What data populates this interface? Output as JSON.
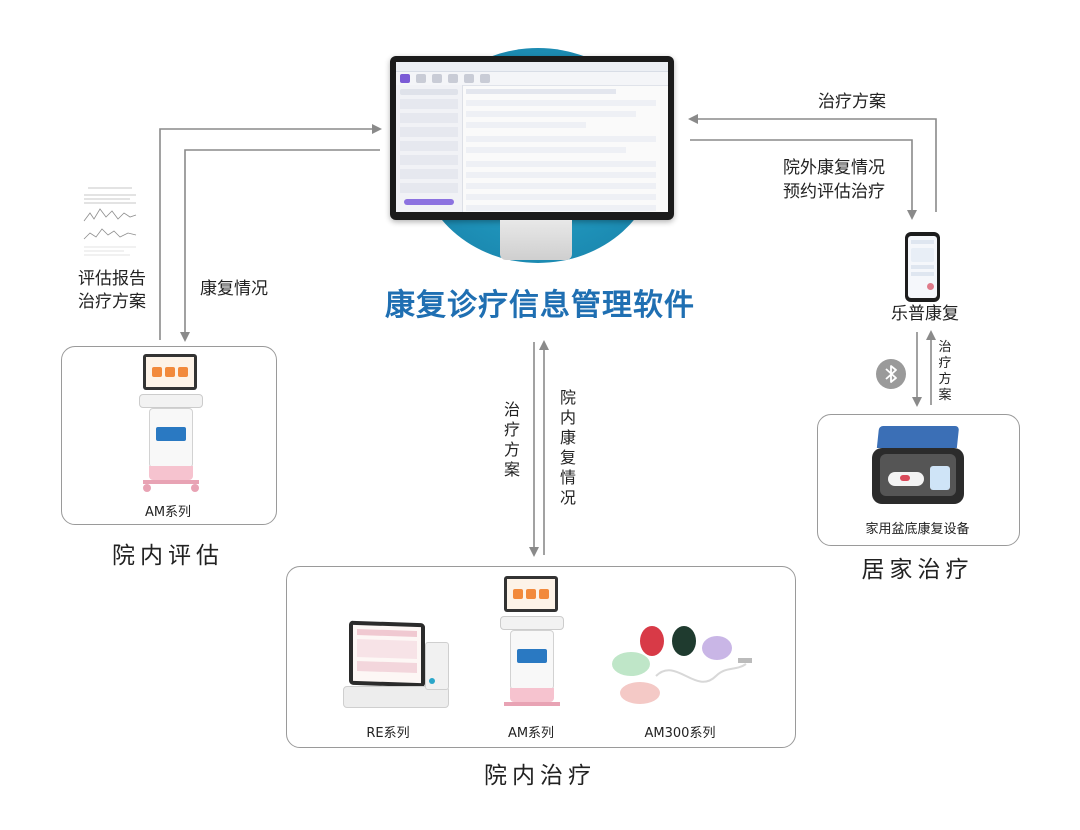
{
  "center": {
    "title": "康复诊疗信息管理软件"
  },
  "arrows": {
    "top_right_left_label": "治疗方案",
    "top_right_right_label_line1": "院外康复情况",
    "top_right_right_label_line2": "预约评估治疗",
    "left_outer_label_line1": "评估报告",
    "left_outer_label_line2": "治疗方案",
    "left_inner_label": "康复情况",
    "center_down_label": "治疗方案",
    "center_up_label": "院内康复情况",
    "right_vertical_label": "治疗方案"
  },
  "phone": {
    "caption": "乐普康复"
  },
  "sections": {
    "left": {
      "caption": "AM系列",
      "title": "院内评估"
    },
    "right": {
      "caption": "家用盆底康复设备",
      "title": "居家治疗"
    },
    "bottom": {
      "title": "院内治疗",
      "devices": [
        {
          "caption": "RE系列"
        },
        {
          "caption": "AM系列"
        },
        {
          "caption": "AM300系列"
        }
      ]
    }
  },
  "colors": {
    "title_blue": "#1f6fb2",
    "accent_teal": "#2aa6c9",
    "arrow_gray": "#8a8a8a"
  }
}
